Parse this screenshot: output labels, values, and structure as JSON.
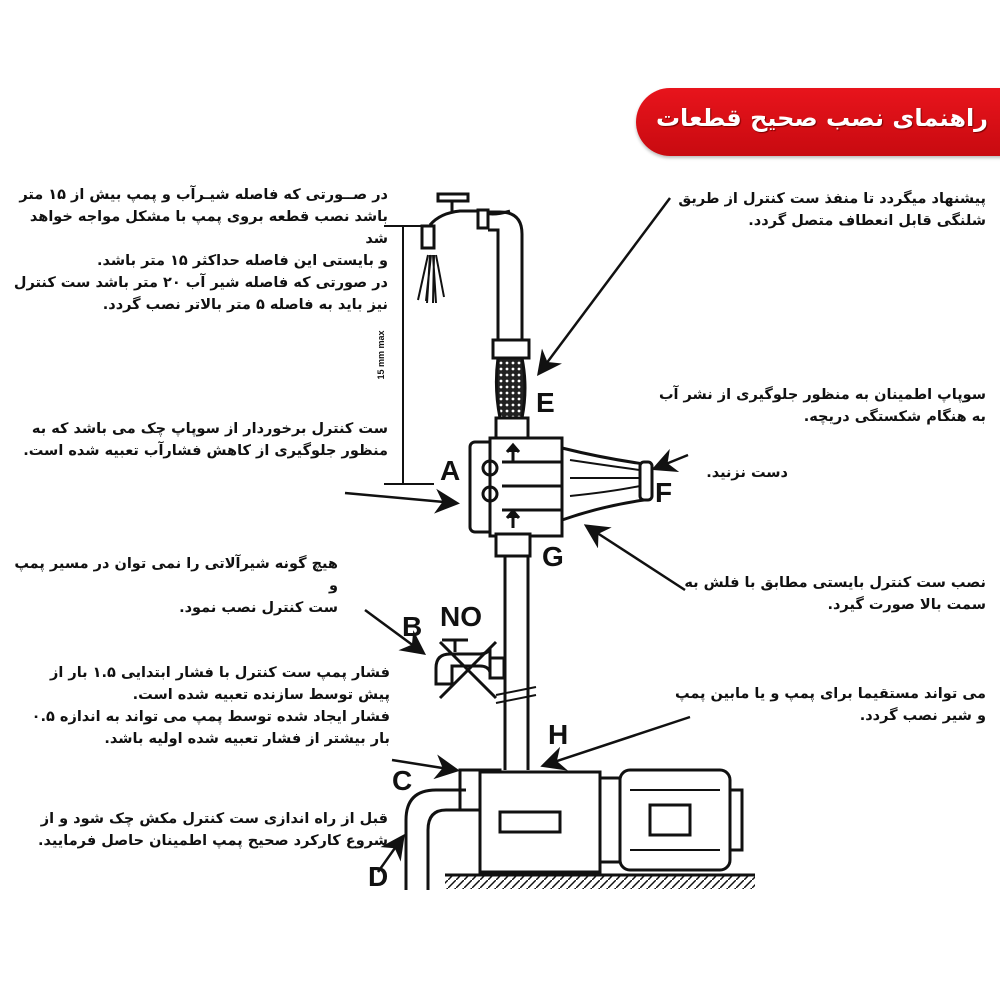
{
  "header": {
    "title": "راهنمای نصب صحیح قطعات"
  },
  "notes_left": [
    "در صــورتی که فاصله شیـرآب و پمپ بیش از ۱۵ متر\nباشد نصب قطعه بروی پمپ با مشکل مواجه خواهد شد\nو بایستی این فاصله حداکثر ۱۵ متر باشد.\nدر صورتی که فاصله شیر آب ۲۰ متر باشد ست کنترل\nنیز باید به فاصله ۵ متر بالاتر نصب گردد.",
    "ست کنترل برخوردار از سوپاپ چک می باشد که به\nمنظور جلوگیری از کاهش فشارآب تعبیه شده است.",
    "هیچ گونه شیرآلاتی را نمی توان در مسیر پمپ و\nست کنترل نصب نمود.",
    "فشار پمپ ست کنترل با فشار ابتدایی ۱.۵ بار از\nپیش توسط سازنده تعبیه شده است.\nفشار ایجاد شده توسط پمپ می تواند به اندازه ۰.۵\nبار بیشتر از فشار تعبیه شده اولیه باشد.",
    "قبل از راه اندازی ست کنترل مکش چک شود و از\nشروع کارکرد صحیح پمپ اطمینان حاصل فرمایید."
  ],
  "notes_right": [
    "پیشنهاد میگردد تا منفذ ست کنترل از طریق\nشلنگی قابل انعطاف متصل گردد.",
    "سوپاپ اطمینان به منظور جلوگیری از نشر آب\nبه هنگام شکستگی دریچه.",
    "دست نزنید.",
    "نصب ست کنترل بایستی مطابق با فلش به\nسمت بالا صورت گیرد.",
    "می تواند مستقیما برای پمپ و یا مابین پمپ\nو شیر نصب گردد."
  ],
  "labels": {
    "A": "A",
    "B": "B",
    "C": "C",
    "D": "D",
    "E": "E",
    "F": "F",
    "G": "G",
    "H": "H",
    "no": "NO",
    "ruler": "15 mm max"
  },
  "colors": {
    "header": "#d81018"
  }
}
